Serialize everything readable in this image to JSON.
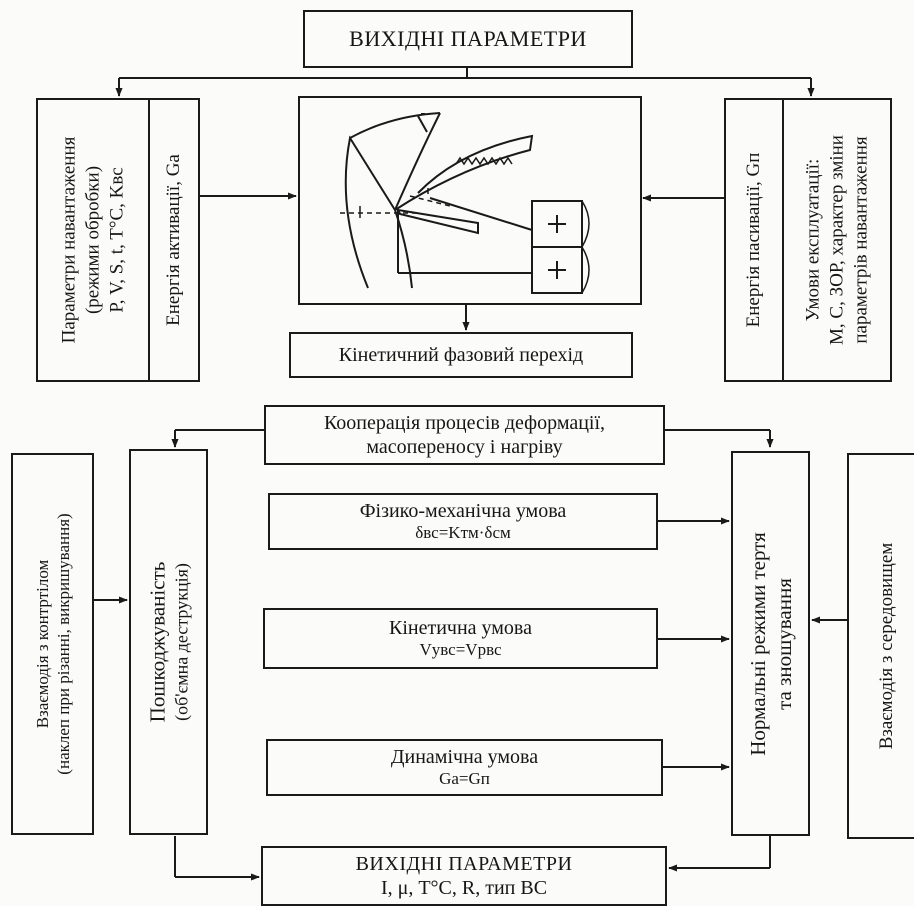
{
  "diagram": {
    "input_params": "ВИХІДНІ ПАРАМЕТРИ",
    "loading": {
      "line1": "Параметри навантаження",
      "line2": "(режими обробки)",
      "line3": "P, V, S, t, T°C, Kвс",
      "activation": "Енергія активації, Gа"
    },
    "operating": {
      "passivation": "Енергія пасивації, Gп",
      "line1": "Умови експлуатації:",
      "line2": "М, С, ЗОР, характер зміни",
      "line3": "параметрів навантаження"
    },
    "kinetic_transition": "Кінетичний фазовий перехід",
    "cooperation": {
      "line1": "Кооперація процесів деформації,",
      "line2": "масопереносу і нагріву"
    },
    "interaction_counterbody": {
      "line1": "Взаємодія з контртілом",
      "line2": "(наклеп при різанні, викришування)"
    },
    "damageability": {
      "line1": "Пошкоджуваність",
      "line2": "(об'ємна деструкція)"
    },
    "physmech": {
      "line1": "Фізико-механічна умова",
      "line2": "δвс=Kтм·δсм"
    },
    "kinetic_cond": {
      "line1": "Кінетична умова",
      "line2": "Vувс=Vрвс"
    },
    "dynamic_cond": {
      "line1": "Динамічна умова",
      "line2": "Gа=Gп"
    },
    "normal_modes": {
      "line1": "Нормальні режими тертя",
      "line2": "та зношування"
    },
    "interaction_environment": "Взаємодія з середовищем",
    "output_params": {
      "line1": "ВИХІДНІ ПАРАМЕТРИ",
      "line2": "I, μ, T°C, R, тип ВС"
    }
  }
}
